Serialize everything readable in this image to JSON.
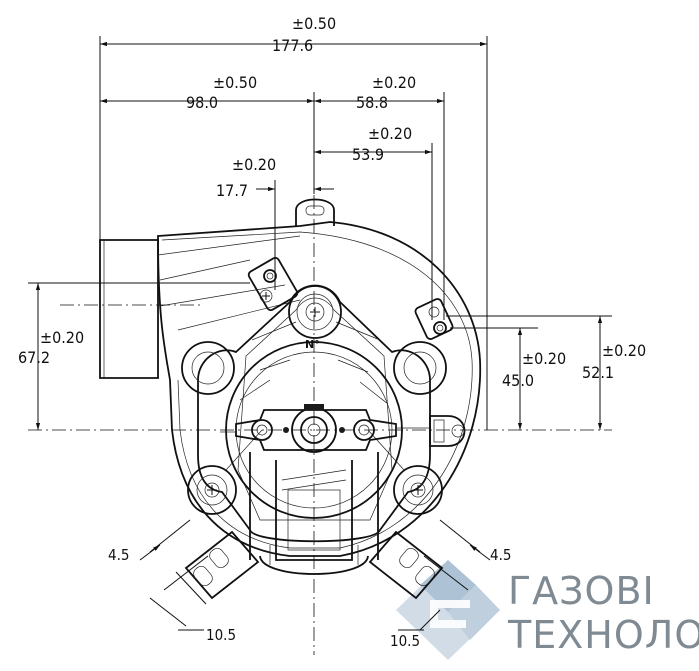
{
  "dimensions": {
    "overall_width": {
      "value": "177.6",
      "tolerance": "±0.50"
    },
    "left_to_center": {
      "value": "98.0",
      "tolerance": "±0.50"
    },
    "center_to_right_hole": {
      "value": "58.8",
      "tolerance": "±0.20"
    },
    "center_to_right_terminal": {
      "value": "53.9",
      "tolerance": "±0.20"
    },
    "center_to_left_terminal": {
      "value": "17.7",
      "tolerance": "±0.20"
    },
    "left_height": {
      "value": "67.2",
      "tolerance": "±0.20"
    },
    "right_height_inner": {
      "value": "45.0",
      "tolerance": "±0.20"
    },
    "right_height_outer": {
      "value": "52.1",
      "tolerance": "±0.20"
    },
    "left_foot_width": {
      "value": "4.5"
    },
    "left_foot_depth": {
      "value": "10.5"
    },
    "right_foot_width": {
      "value": "4.5"
    },
    "right_foot_depth": {
      "value": "10.5"
    }
  },
  "marking": "N°",
  "logo": {
    "line1": "ГАЗОВІ",
    "line2": "ТЕХНОЛОГІЇ",
    "color_primary": "#8fa9c0",
    "color_text": "#7f8a93"
  }
}
